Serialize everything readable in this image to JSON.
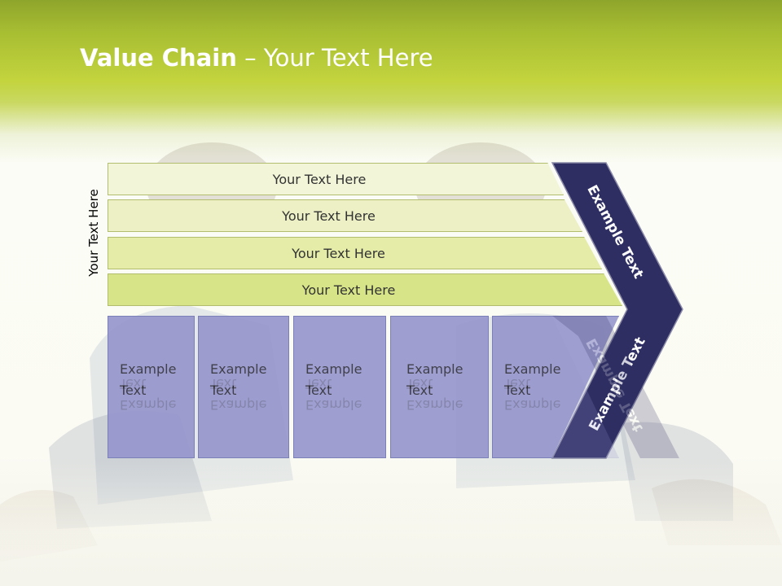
{
  "slide": {
    "title_bold": "Value Chain",
    "title_rest": " – Your Text Here",
    "side_label": "Your Text Here"
  },
  "bars": [
    {
      "label": "Your Text Here"
    },
    {
      "label": "Your Text Here"
    },
    {
      "label": "Your Text Here"
    },
    {
      "label": "Your Text Here"
    }
  ],
  "columns": [
    {
      "line1": "Example",
      "line2": "Text"
    },
    {
      "line1": "Example",
      "line2": "Text"
    },
    {
      "line1": "Example",
      "line2": "Text"
    },
    {
      "line1": "Example",
      "line2": "Text"
    },
    {
      "line1": "Example",
      "line2": "Text"
    }
  ],
  "chevron": {
    "upper_label": "Example Text",
    "lower_label": "Example Text",
    "color": "#2e2e63"
  },
  "colors": {
    "header_green": "#a8be32",
    "column_fill": "#9696cd"
  }
}
